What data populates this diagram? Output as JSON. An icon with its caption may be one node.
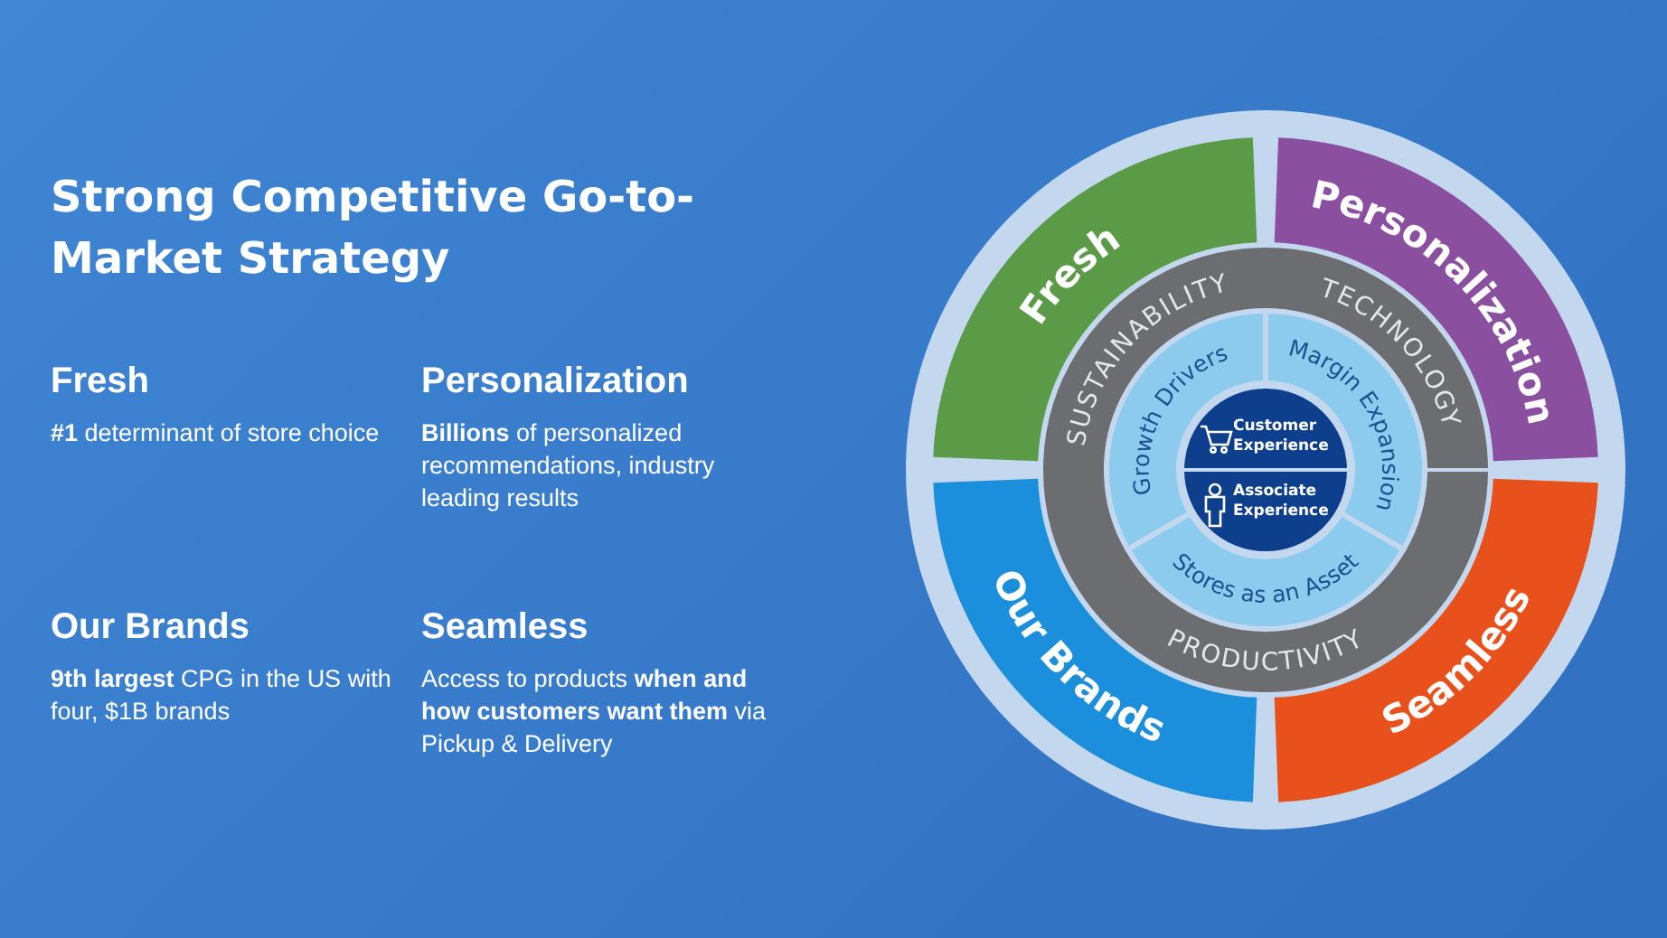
{
  "diagram": {
    "title": "Strong Competitive Go-to-Market Strategy",
    "nodes": [
      {
        "text": [
          "Fresh"
        ]
      },
      {
        "text": [
          "Personalization"
        ]
      },
      {
        "text": [
          "Our Brands"
        ]
      },
      {
        "text": [
          "Seamless"
        ]
      },
      {
        "text": [
          "SUSTAINABILITY",
          "TECHNOLOGY",
          "PRODUCTIVITY"
        ]
      },
      {
        "text": [
          "Growth Drivers"
        ]
      },
      {
        "text": [
          "Margin Expansion"
        ]
      },
      {
        "text": [
          "Stores as an Asset"
        ]
      },
      {
        "text": [
          "Customer Experience"
        ]
      },
      {
        "text": [
          "Associate Experience"
        ]
      }
    ],
    "labels": [
      "Fresh",
      "**#1** determinant of store choice",
      "Personalization",
      "**Billions** of personalized recommendations, industry leading results",
      "Our Brands",
      "**9th largest** CPG in the US with four, $1B brands",
      "Seamless",
      "Access to products **when and how customers want them** via Pickup & Delivery"
    ]
  }
}
